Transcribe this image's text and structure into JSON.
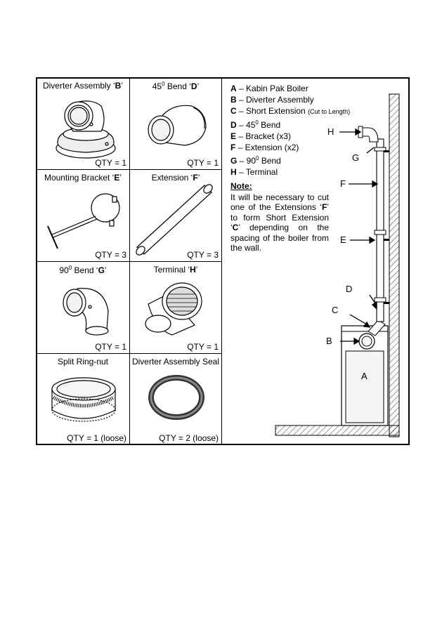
{
  "cells": [
    {
      "title_pre": "Diverter Assembly ‘",
      "title_bold": "B",
      "title_post": "’",
      "qty": "QTY = 1",
      "icon": "diverter-assembly"
    },
    {
      "title_pre": "45",
      "title_sup": "0",
      "title_mid": " Bend ‘",
      "title_bold": "D",
      "title_post": "’",
      "qty": "QTY = 1",
      "icon": "bend-45"
    },
    {
      "title_pre": "Mounting Bracket ‘",
      "title_bold": "E",
      "title_post": "’",
      "qty": "QTY = 3",
      "icon": "mounting-bracket"
    },
    {
      "title_pre": "Extension ‘",
      "title_bold": "F",
      "title_post": "’",
      "qty": "QTY = 3",
      "icon": "extension-pipe"
    },
    {
      "title_pre": "90",
      "title_sup": "0",
      "title_mid": " Bend ‘",
      "title_bold": "G",
      "title_post": "’",
      "qty": "QTY = 1",
      "icon": "bend-90"
    },
    {
      "title_pre": "Terminal ‘",
      "title_bold": "H",
      "title_post": "’",
      "qty": "QTY = 1",
      "icon": "terminal"
    },
    {
      "title_pre": "Split Ring-nut",
      "qty": "QTY = 1 (loose)",
      "icon": "split-ring-nut"
    },
    {
      "title_pre": "Diverter Assembly Seal",
      "qty": "QTY = 2 (loose)",
      "icon": "seal-ring"
    }
  ],
  "legend": [
    {
      "key": "A",
      "text": " – Kabin Pak Boiler"
    },
    {
      "key": "B",
      "text": " – Diverter Assembly"
    },
    {
      "key": "C",
      "text": " – Short Extension ",
      "small": "(Cut to Length)"
    },
    {
      "key": "D",
      "text": " – 45",
      "sup": "0",
      "text2": " Bend"
    },
    {
      "key": "E",
      "text": " – Bracket (x3)"
    },
    {
      "key": "F",
      "text": " – Extension (x2)"
    },
    {
      "key": "G",
      "text": " – 90",
      "sup": "0",
      "text2": " Bend"
    },
    {
      "key": "H",
      "text": " – Terminal"
    }
  ],
  "note": {
    "heading": "Note:",
    "pre1": "It will be necessary to cut one of the Extensions ‘",
    "b1": "F",
    "mid": "’ to form Short Extension ‘",
    "b2": "C",
    "post": "’ depending on the spacing of the boiler from the wall."
  },
  "diagram_labels": {
    "H": "H",
    "G": "G",
    "F": "F",
    "E": "E",
    "D": "D",
    "C": "C",
    "B": "B",
    "A": "A"
  }
}
